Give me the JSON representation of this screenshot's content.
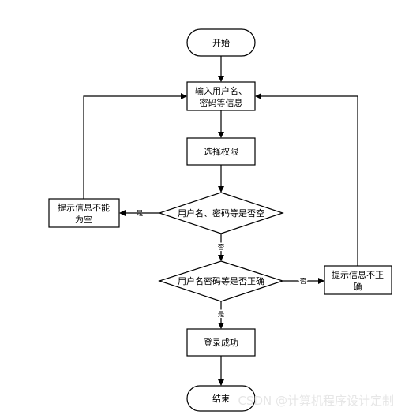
{
  "nodes": {
    "start": "开始",
    "input": [
      "输入用户名、",
      "密码等信息"
    ],
    "select_permission": "选择权限",
    "check_empty": "用户名、密码等是否空",
    "prompt_empty": [
      "提示信息不能",
      "为空"
    ],
    "check_correct": "用户名密码等是否正确",
    "prompt_incorrect": [
      "提示信息不正",
      "确"
    ],
    "login_success": "登录成功",
    "end": "结束"
  },
  "edges": {
    "empty_yes": "是",
    "empty_no": "否",
    "correct_no": "否",
    "correct_yes": "是"
  },
  "watermark": "CSDN @计算机程序设计定制"
}
